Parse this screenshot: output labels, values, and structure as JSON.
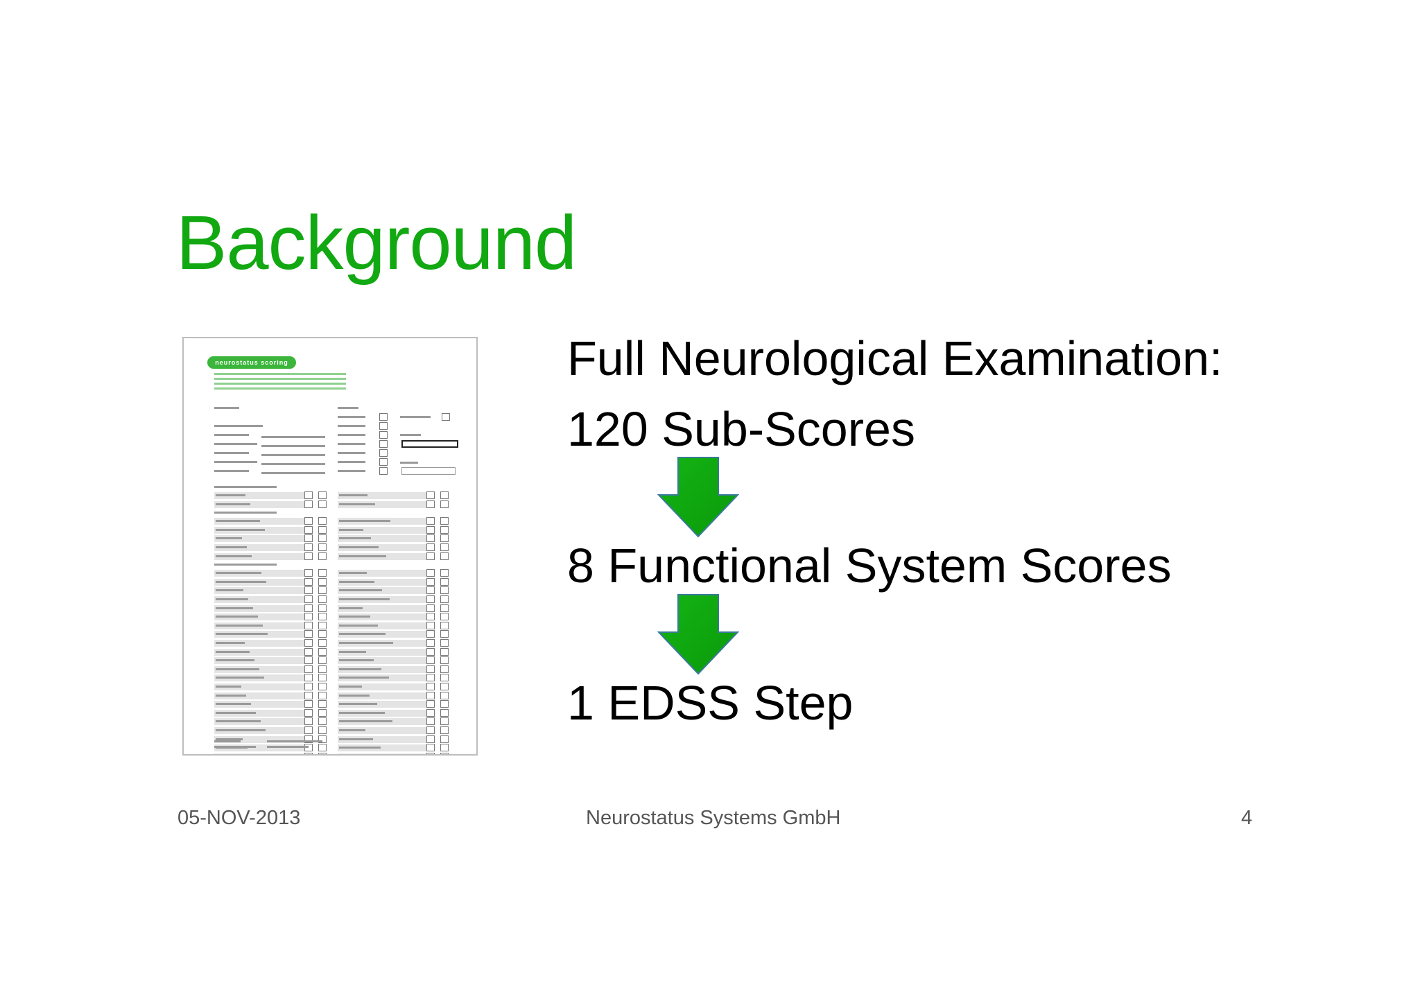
{
  "slide": {
    "title": "Background",
    "lines": [
      "Full Neurological Examination:",
      "120 Sub-Scores",
      "8 Functional System Scores",
      "1 EDSS Step"
    ],
    "arrow_color": "#12a812",
    "title_color": "#12a812"
  },
  "form_image": {
    "header_label": "neurostatus scoring",
    "accent_color": "#3bb53b"
  },
  "footer": {
    "date": "05-NOV-2013",
    "company": "Neurostatus Systems GmbH",
    "page": "4"
  }
}
